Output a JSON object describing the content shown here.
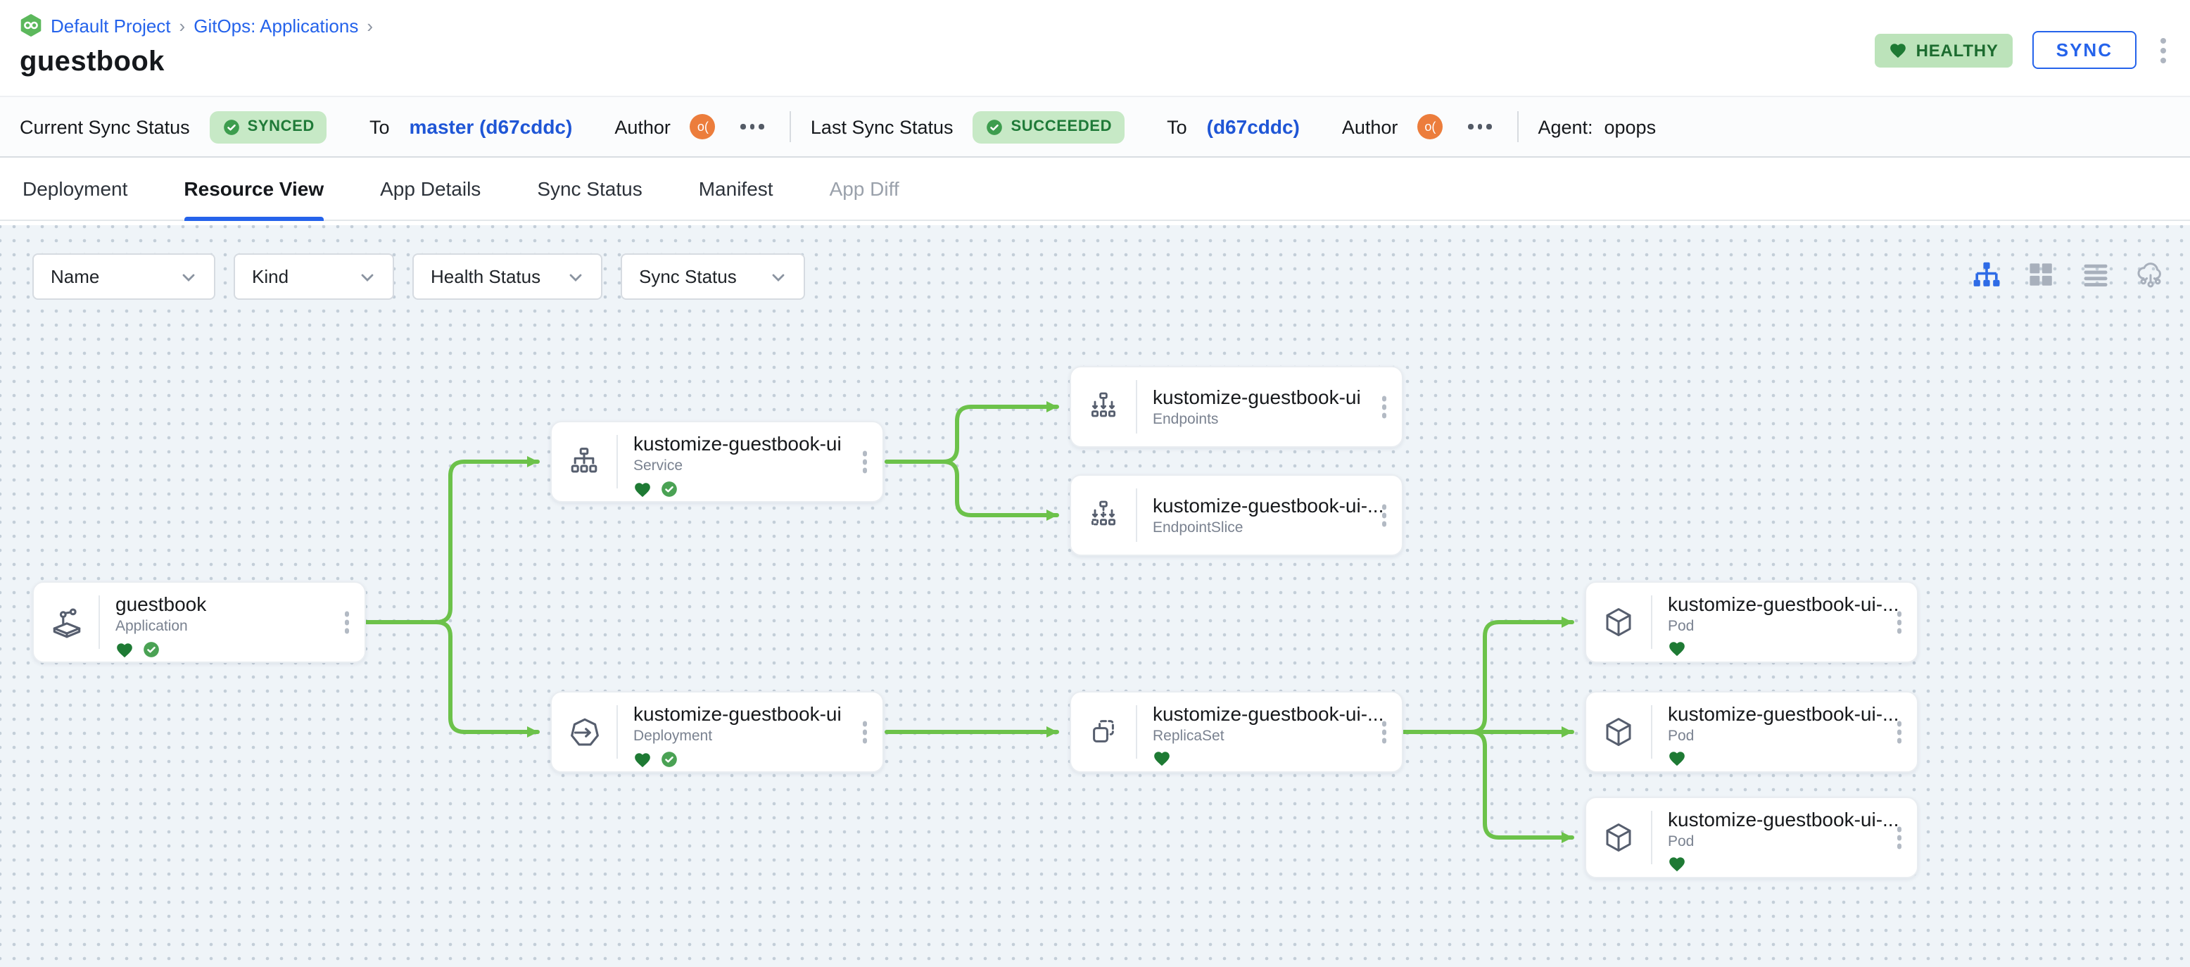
{
  "breadcrumb": {
    "project": "Default Project",
    "section": "GitOps: Applications",
    "separator": "›"
  },
  "page_title": "guestbook",
  "header": {
    "health_badge": "HEALTHY",
    "sync_button": "SYNC"
  },
  "status_bar": {
    "current_label": "Current Sync Status",
    "current_badge": "SYNCED",
    "current_to": "To",
    "current_target": "master (d67cddc)",
    "current_author_label": "Author",
    "author_initials": "o(",
    "last_label": "Last Sync Status",
    "last_badge": "SUCCEEDED",
    "last_to": "To",
    "last_target": "(d67cddc)",
    "last_author_label": "Author",
    "agent_label": "Agent:",
    "agent_value": "opops"
  },
  "tabs": [
    {
      "label": "Deployment"
    },
    {
      "label": "Resource View",
      "active": true
    },
    {
      "label": "App Details"
    },
    {
      "label": "Sync Status"
    },
    {
      "label": "Manifest"
    },
    {
      "label": "App Diff",
      "disabled": true
    }
  ],
  "filters": [
    {
      "label": "Name"
    },
    {
      "label": "Kind"
    },
    {
      "label": "Health Status"
    },
    {
      "label": "Sync Status"
    }
  ],
  "view_modes": [
    "tree",
    "grid",
    "list",
    "cluster"
  ],
  "nodes": [
    {
      "title": "guestbook",
      "kind": "Application",
      "healthy": true,
      "synced": true
    },
    {
      "title": "kustomize-guestbook-ui",
      "kind": "Service",
      "healthy": true,
      "synced": true
    },
    {
      "title": "kustomize-guestbook-ui",
      "kind": "Endpoints"
    },
    {
      "title": "kustomize-guestbook-ui-...",
      "kind": "EndpointSlice"
    },
    {
      "title": "kustomize-guestbook-ui",
      "kind": "Deployment",
      "healthy": true,
      "synced": true
    },
    {
      "title": "kustomize-guestbook-ui-...",
      "kind": "ReplicaSet",
      "healthy": true
    },
    {
      "title": "kustomize-guestbook-ui-...",
      "kind": "Pod",
      "healthy": true
    },
    {
      "title": "kustomize-guestbook-ui-...",
      "kind": "Pod",
      "healthy": true
    },
    {
      "title": "kustomize-guestbook-ui-...",
      "kind": "Pod",
      "healthy": true
    }
  ],
  "colors": {
    "accent_blue": "#2563eb",
    "edge_green": "#6cc24a",
    "heart_green": "#1e7a34",
    "check_green": "#4aa254",
    "badge_bg": "#c7e9c6",
    "badge_text": "#1f7a38",
    "canvas_dot": "#c3ced8"
  }
}
